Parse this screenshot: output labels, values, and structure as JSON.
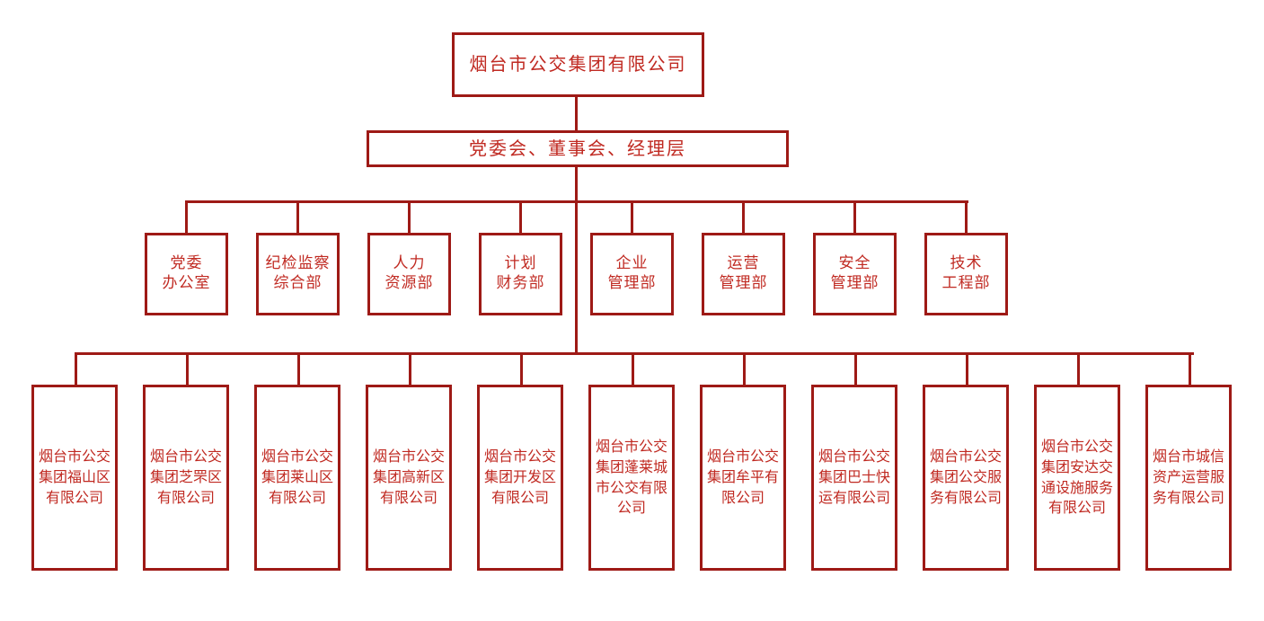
{
  "chart_data": {
    "type": "diagram",
    "diagram_kind": "organizational-chart",
    "title": "烟台市公交集团有限公司 组织架构图",
    "orientation": "top-down",
    "colors": {
      "border": "#9E1A16",
      "text": "#C02A22",
      "background": "#FFFFFF",
      "connector": "#9E1A16"
    },
    "levels": [
      {
        "level": 1,
        "name": "集团公司",
        "count": 1
      },
      {
        "level": 2,
        "name": "决策层",
        "count": 1
      },
      {
        "level": 3,
        "name": "职能部门",
        "count": 8
      },
      {
        "level": 4,
        "name": "下属公司",
        "count": 11
      }
    ]
  },
  "root": {
    "label": "烟台市公交集团有限公司"
  },
  "board": {
    "label": "党委会、董事会、经理层"
  },
  "departments": [
    {
      "id": "party-office",
      "label": "党委\n办公室"
    },
    {
      "id": "discipline-inspection",
      "label": "纪检监察\n综合部"
    },
    {
      "id": "human-resources",
      "label": "人力\n资源部"
    },
    {
      "id": "planning-finance",
      "label": "计划\n财务部"
    },
    {
      "id": "enterprise-management",
      "label": "企业\n管理部"
    },
    {
      "id": "operations-management",
      "label": "运营\n管理部"
    },
    {
      "id": "safety-management",
      "label": "安全\n管理部"
    },
    {
      "id": "technology-engineering",
      "label": "技术\n工程部"
    }
  ],
  "subsidiaries": [
    {
      "id": "fushan",
      "label": "烟台市公交集团福山区有限公司"
    },
    {
      "id": "zhifu",
      "label": "烟台市公交集团芝罘区有限公司"
    },
    {
      "id": "laishan",
      "label": "烟台市公交集团莱山区有限公司"
    },
    {
      "id": "gaoxin",
      "label": "烟台市公交集团高新区有限公司"
    },
    {
      "id": "kaifa",
      "label": "烟台市公交集团开发区有限公司"
    },
    {
      "id": "penglai",
      "label": "烟台市公交集团蓬莱城市公交有限公司"
    },
    {
      "id": "muping",
      "label": "烟台市公交集团牟平有限公司"
    },
    {
      "id": "bus-express",
      "label": "烟台市公交集团巴士快运有限公司"
    },
    {
      "id": "bus-service",
      "label": "烟台市公交集团公交服务有限公司"
    },
    {
      "id": "anda-facility",
      "label": "烟台市公交集团安达交通设施服务有限公司"
    },
    {
      "id": "chengxin",
      "label": "烟台市城信资产运营服务有限公司"
    }
  ]
}
